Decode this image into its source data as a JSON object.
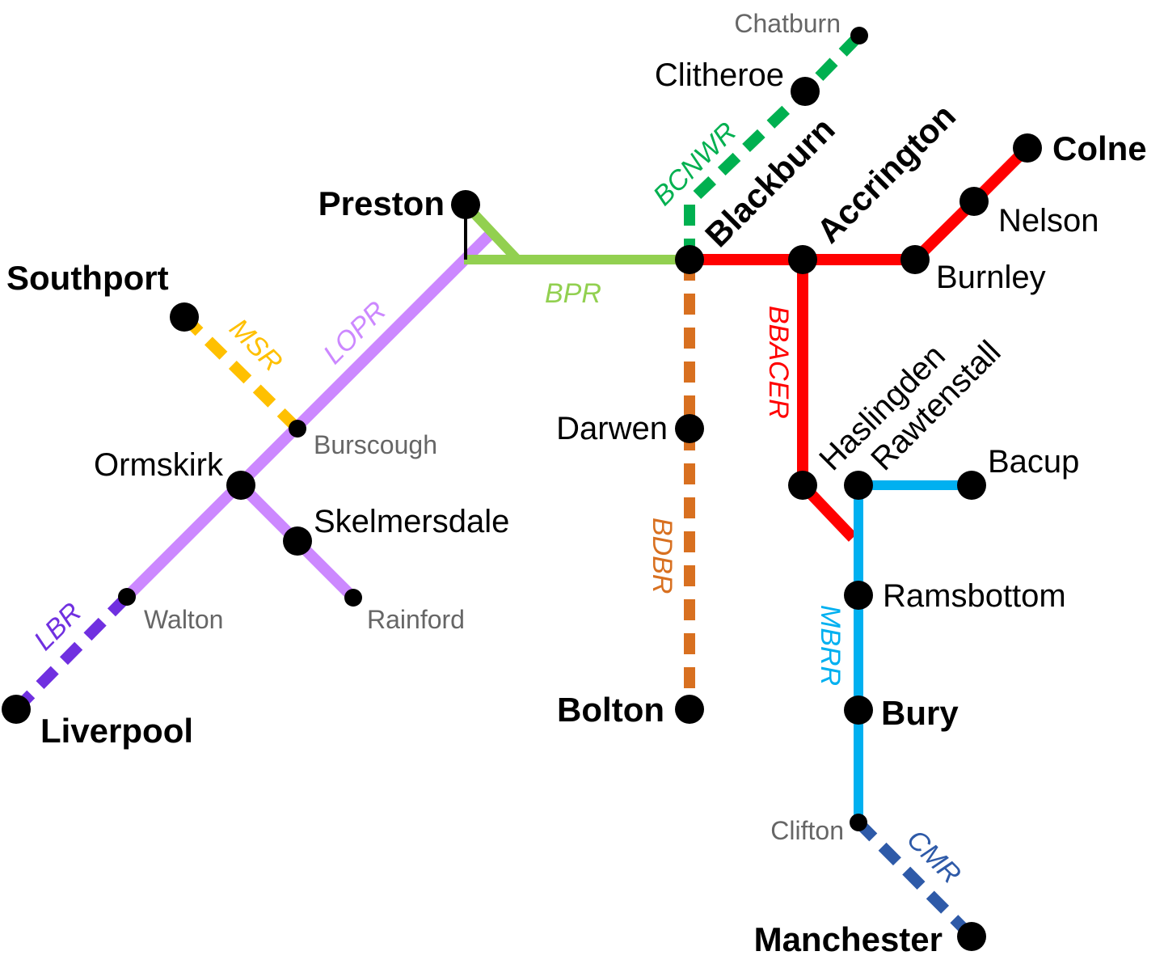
{
  "stations": {
    "chatburn": "Chatburn",
    "clitheroe": "Clitheroe",
    "blackburn": "Blackburn",
    "accrington": "Accrington",
    "colne": "Colne",
    "nelson": "Nelson",
    "burnley": "Burnley",
    "preston": "Preston",
    "southport": "Southport",
    "burscough": "Burscough",
    "ormskirk": "Ormskirk",
    "skelmersdale": "Skelmersdale",
    "walton": "Walton",
    "rainford": "Rainford",
    "liverpool": "Liverpool",
    "darwen": "Darwen",
    "bolton": "Bolton",
    "haslingden": "Haslingden",
    "rawtenstall": "Rawtenstall",
    "bacup": "Bacup",
    "ramsbottom": "Ramsbottom",
    "bury": "Bury",
    "clifton": "Clifton",
    "manchester": "Manchester"
  },
  "lines": {
    "bcnwr": {
      "label": "BCNWR",
      "color": "#00b050"
    },
    "bpr": {
      "label": "BPR",
      "color": "#92d050"
    },
    "lopr": {
      "label": "LOPR",
      "color": "#cc88ff"
    },
    "msr": {
      "label": "MSR",
      "color": "#ffc000"
    },
    "lbr": {
      "label": "LBR",
      "color": "#7030e0"
    },
    "bdbr": {
      "label": "BDBR",
      "color": "#d87020"
    },
    "bbacer": {
      "label": "BBACER",
      "color": "#ff0000"
    },
    "mbrr": {
      "label": "MBRR",
      "color": "#00b0f0"
    },
    "cmr": {
      "label": "CMR",
      "color": "#2e5aa8"
    }
  }
}
